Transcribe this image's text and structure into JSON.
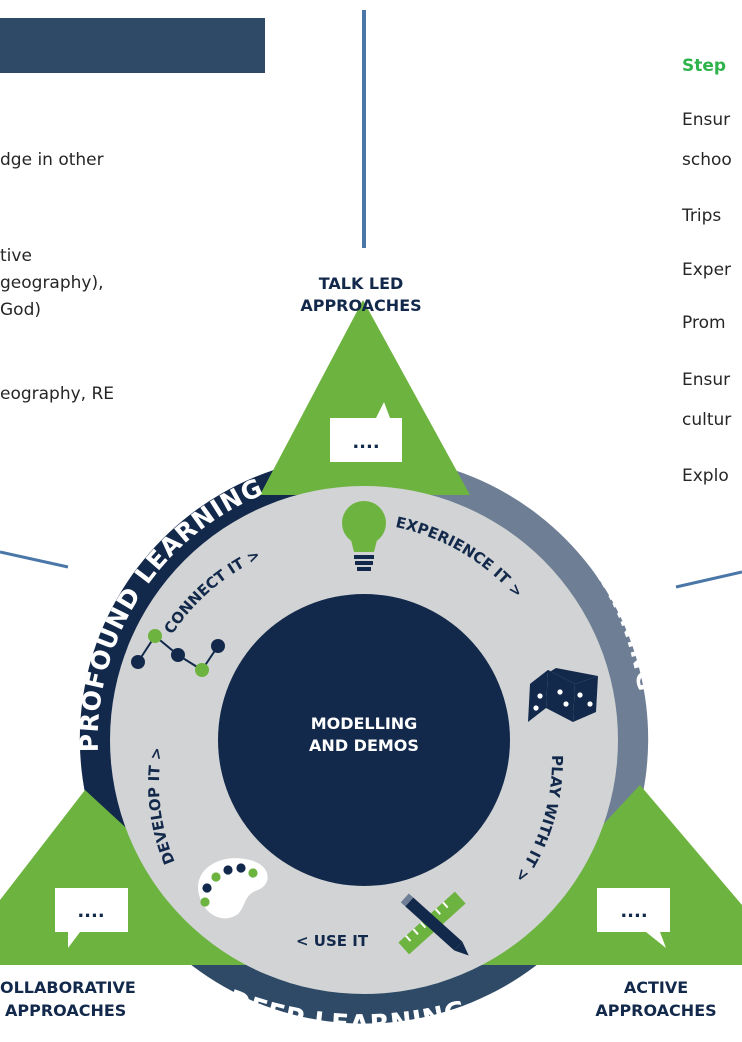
{
  "left_panel": {
    "lines": [
      "dge in other",
      "tive",
      "geography),",
      "God)",
      "eography, RE"
    ]
  },
  "right_panel": {
    "heading": "Step",
    "lines": [
      "Ensur",
      "schoo",
      "Trips",
      "Exper",
      "Prom",
      "Ensur",
      "cultur",
      "Explo"
    ]
  },
  "diagram": {
    "center_lines": [
      "MODELLING",
      "AND DEMOS"
    ],
    "ring_labels": {
      "top_left": "PROFOUND LEARNING",
      "top_right": "SHALLOW LEARNING",
      "bottom": "DEEP LEARNING"
    },
    "stages": {
      "connect": "CONNECT IT >",
      "experience": "EXPERIENCE IT >",
      "play": "PLAY WITH IT >",
      "use": "< USE IT",
      "develop": "DEVELOP IT >"
    },
    "approaches": {
      "top": [
        "TALK LED",
        "APPROACHES"
      ],
      "left": [
        "OLLABORATIVE",
        "APPROACHES"
      ],
      "right": [
        "ACTIVE",
        "APPROACHES"
      ]
    },
    "speech_dots": "....",
    "colors": {
      "navy": "#13294b",
      "slate": "#6e7f95",
      "green": "#6db33f",
      "light_gray": "#d1d3d4",
      "connector": "#4a77a8",
      "step_green": "#2db34a"
    },
    "icons": [
      "lightbulb-icon",
      "dice-icon",
      "pencil-ruler-icon",
      "palette-icon",
      "network-nodes-icon",
      "speech-bubble-icon"
    ]
  }
}
